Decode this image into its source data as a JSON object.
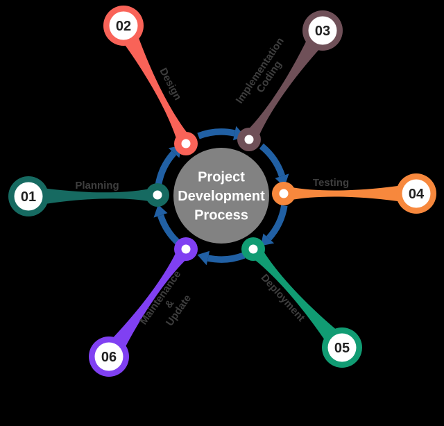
{
  "diagram": {
    "title": "Project Development Process",
    "background": "#000000",
    "center": {
      "title_lines": [
        "Project",
        "Development",
        "Process"
      ],
      "fill": "#828282",
      "text_color": "#ffffff"
    },
    "cycle_arrows": {
      "color": "#2160a4",
      "count": 6,
      "direction": "clockwise"
    },
    "label_color": "#3e3e3e",
    "number_color": "#1f1f1f",
    "node_inner_color": "#ffffff",
    "steps": [
      {
        "number": "01",
        "label": "Planning",
        "color": "#166a61"
      },
      {
        "number": "02",
        "label": "Design",
        "color": "#f96358"
      },
      {
        "number": "03",
        "label": "Implementation\nCoding",
        "color": "#6f5058"
      },
      {
        "number": "04",
        "label": "Testing",
        "color": "#f7883d"
      },
      {
        "number": "05",
        "label": "Deployment",
        "color": "#119c73"
      },
      {
        "number": "06",
        "label": "Maintenance\n&\nUpdate",
        "color": "#8040f2"
      }
    ]
  }
}
